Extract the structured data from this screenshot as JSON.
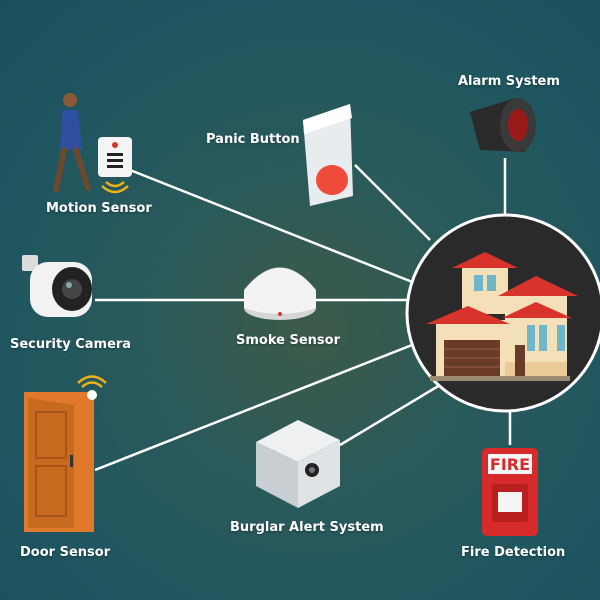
{
  "nodes": {
    "alarm_system": {
      "label": "Alarm System"
    },
    "panic_button": {
      "label": "Panic Button"
    },
    "motion_sensor": {
      "label": "Motion Sensor"
    },
    "security_camera": {
      "label": "Security Camera"
    },
    "smoke_sensor": {
      "label": "Smoke Sensor"
    },
    "door_sensor": {
      "label": "Door Sensor"
    },
    "burglar_alert": {
      "label": "Burglar Alert System"
    },
    "fire_detection": {
      "label": "Fire Detection",
      "sign_text": "FIRE"
    }
  },
  "colors": {
    "line": "#ffffff",
    "hub_fill": "#2a2a2a",
    "roof": "#d9342b",
    "door": "#c56a1f",
    "fire_red": "#d72a2a"
  }
}
